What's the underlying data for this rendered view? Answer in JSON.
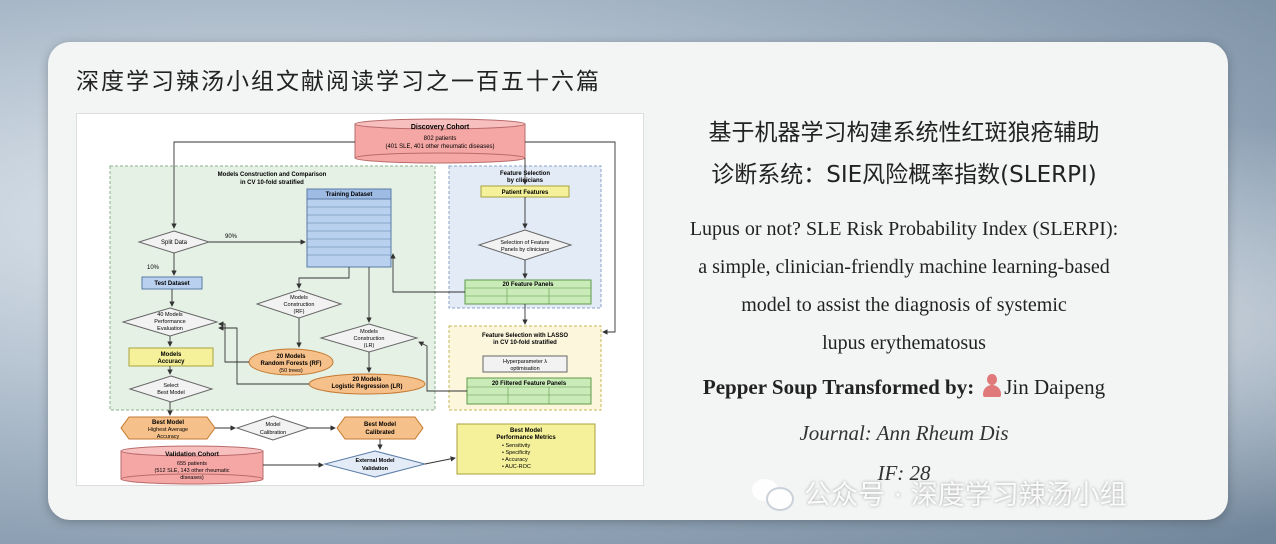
{
  "series_title": "深度学习辣汤小组文献阅读学习之一百五十六篇",
  "zh_title_line1": "基于机器学习构建系统性红斑狼疮辅助",
  "zh_title_line2": "诊断系统：SIE风险概率指数(SLERPI)",
  "en_title_lines": [
    "Lupus or not? SLE Risk Probability Index (SLERPI):",
    "a simple, clinician-friendly machine learning-based",
    "model to assist the diagnosis of systemic",
    "lupus erythematosus"
  ],
  "transformed_label": "Pepper Soup Transformed by:",
  "author": "Jin Daipeng",
  "journal": "Journal:  Ann Rheum Dis",
  "impact_factor": "IF: 28",
  "watermark": "公众号 · 深度学习辣汤小组",
  "icons": [
    "person-icon",
    "wechat-icon"
  ],
  "figure": {
    "discovery_title": "Discovery Cohort",
    "discovery_l1": "802 patients",
    "discovery_l2": "(401 SLE, 401 other rheumatic diseases)",
    "mcc_title_l1": "Models Construction and Comparison",
    "mcc_title_l2": "in CV 10-fold stratified",
    "training": "Training Dataset",
    "split": "Split Data",
    "pct90": "90%",
    "pct10": "10%",
    "test": "Test Dataset",
    "perf_l1": "40 Models",
    "perf_l2": "Performance",
    "perf_l3": "Evaluation",
    "rf_l1": "Models",
    "rf_l2": "Construction",
    "rf_l3": "(RF)",
    "lr_l1": "Models",
    "lr_l2": "Construction",
    "lr_l3": "(LR)",
    "accuracy_l1": "Models",
    "accuracy_l2": "Accuracy",
    "rf20_l1": "20 Models",
    "rf20_l2": "Random Forests (RF)",
    "rf20_l3": "(50 trees)",
    "lr20_l1": "20 Models",
    "lr20_l2": "Logistic Regression (LR)",
    "select_l1": "Select",
    "select_l2": "Best Model",
    "fs_l1": "Feature Selection",
    "fs_l2": "by clinicians",
    "patient_features": "Patient Features",
    "sel_l1": "Selection of Feature",
    "sel_l2": "Panels by clinicians",
    "panels20": "20 Feature Panels",
    "lasso_l1": "Feature Selection with LASSO",
    "lasso_l2": "in CV 10-fold stratified",
    "hyper_l1": "Hyperparameter λ",
    "hyper_l2": "optimisation",
    "filtered": "20 Filtered Feature Panels",
    "best1_l1": "Best Model",
    "best1_l2": "Highest Average",
    "best1_l3": "Accuracy",
    "calib_l1": "Model",
    "calib_l2": "Calibration",
    "best2_l1": "Best Model",
    "best2_l2": "Calibrated",
    "val_title": "Validation Cohort",
    "val_l1": "655 patients",
    "val_l2": "(512 SLE, 143 other rheumatic",
    "val_l3": "diseases)",
    "ext_l1": "External Model",
    "ext_l2": "Validation",
    "metrics_l1": "Best Model",
    "metrics_l2": "Performance Metrics",
    "metrics_items": [
      "• Sensitivity",
      "• Specificity",
      "• Accuracy",
      "• AUC-ROC"
    ]
  }
}
